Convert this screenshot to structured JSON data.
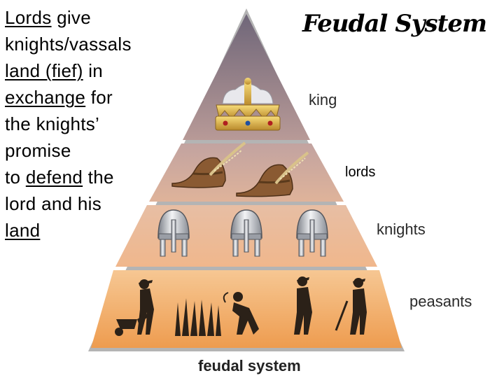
{
  "side_text": {
    "line1_word": "Lords",
    "line1_rest": " give",
    "line2": "knights/vassals",
    "line3_word": "land (fief)",
    "line3_rest": " in",
    "line4_word": "exchange",
    "line4_rest": " for",
    "line5": "the knights’",
    "line6": "promise",
    "line7_pre": "to ",
    "line7_word": "defend",
    "line7_rest": " the",
    "line8": "lord and his",
    "line9_word": "land"
  },
  "title": "Feudal System",
  "tiers": {
    "king": "king",
    "lords": "lords",
    "knights": "knights",
    "peasants": "peasants"
  },
  "caption": "feudal system",
  "colors": {
    "top_tier": "#8a7e8e",
    "mid_tier": "#c9a49a",
    "low_tier": "#eab58e",
    "base_tier": "#f2a35a",
    "pyramid_edge": "#9c9c9c"
  },
  "icons": {
    "king_tier": "crown-icon",
    "lords_tier": "feathered-hat-icon",
    "knights_tier": "helmet-icon",
    "peasants_tier": "peasant-silhouettes"
  }
}
